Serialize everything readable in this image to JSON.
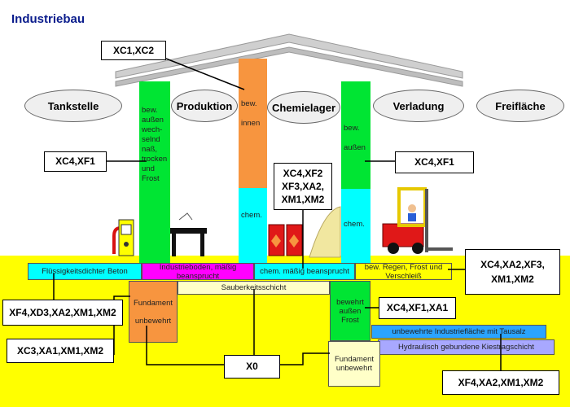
{
  "title": "Industriebau",
  "zones": {
    "tankstelle": "Tankstelle",
    "produktion": "Produktion",
    "chemielager": "Chemielager",
    "verladung": "Verladung",
    "freiflaeche": "Freifläche"
  },
  "columns": {
    "left_outdoor": "bew.\naußen\nwech-\nselnd\nnaß,\ntrocken\nund\nFrost",
    "middle_indoor": "bew.\n\ninnen",
    "middle_chem": "chem.",
    "right_outdoor": "bew.\n\naußen",
    "right_chem": "chem."
  },
  "strips": {
    "liquid_tight_concrete": "Flüssigkeitsdichter Beton",
    "industrial_floor": "Industrieboden, mäßig\nbeansprucht",
    "chem_moderate": "chem. mäßig beansprucht",
    "weather_wear": "bew. Regen, Frost und\nVerschleiß",
    "blinding_layer": "Sauberkeitsschicht",
    "foundation_left": "Fundament\n\nunbewehrt",
    "outdoor_frost": "bewehrt\naußen\nFrost",
    "deicing_area": "unbewehrte Industriefläche mit Tausalz",
    "gravel_base": "Hydraulisch gebundene Kiestragschicht",
    "foundation_right": "Fundament\nunbewehrt"
  },
  "labels": {
    "roof": "XC1,XC2",
    "left_column": "XC4,XF1",
    "right_column": "XC4,XF1",
    "chem_storage": "XC4,XF2\nXC4,XF2\nXF3,XA2,\nXM1,XM2",
    "outdoor_area": "XC4,XA2,XF3,\nXM1,XM2",
    "concrete_left": "XF4,XD3,XA2,XM1,XM2",
    "foundation_left": "XC3,XA1,XM1,XM2",
    "frost_column": "XC4,XF1,XA1",
    "foundation_common": "X0",
    "ground_right": "XF4,XA2,XM1,XM2"
  },
  "colors": {
    "ground": "#ffff00",
    "green": "#00e533",
    "orange": "#f7953f",
    "cyan": "#00ffff",
    "magenta": "#ff00ff",
    "pale_yellow": "#ffffc8",
    "blue": "#2aa4ff",
    "light_blue": "#a8a8ff",
    "roof": "#d0d0d0",
    "title": "#0a1c8c"
  }
}
